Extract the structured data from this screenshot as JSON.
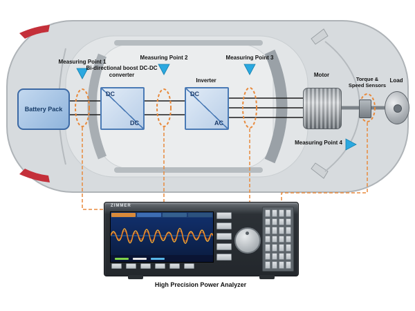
{
  "diagram": {
    "measuring_points": [
      {
        "label": "Measuring Point 1"
      },
      {
        "label": "Measuring Point 2"
      },
      {
        "label": "Measuring Point 3"
      },
      {
        "label": "Measuring Point 4"
      }
    ],
    "components": {
      "battery": {
        "label": "Battery Pack"
      },
      "converter": {
        "title": "Bi-directional boost DC-DC converter",
        "input": "DC",
        "output": "DC"
      },
      "inverter": {
        "title": "Inverter",
        "input": "DC",
        "output": "AC"
      },
      "motor": {
        "label": "Motor"
      },
      "sensors": {
        "label": "Torque & Speed Sensors"
      },
      "load": {
        "label": "Load"
      }
    },
    "analyzer": {
      "brand": "ZIMMER",
      "caption": "High Precision Power Analyzer"
    },
    "colors": {
      "accent_orange": "#E8893B",
      "marker_blue": "#2BA8E0",
      "wire_black": "#1a1a1a",
      "battery_blue": "#A9C7E8",
      "box_border_blue": "#4A7AB5",
      "car_gray": "#D6DADD"
    }
  }
}
